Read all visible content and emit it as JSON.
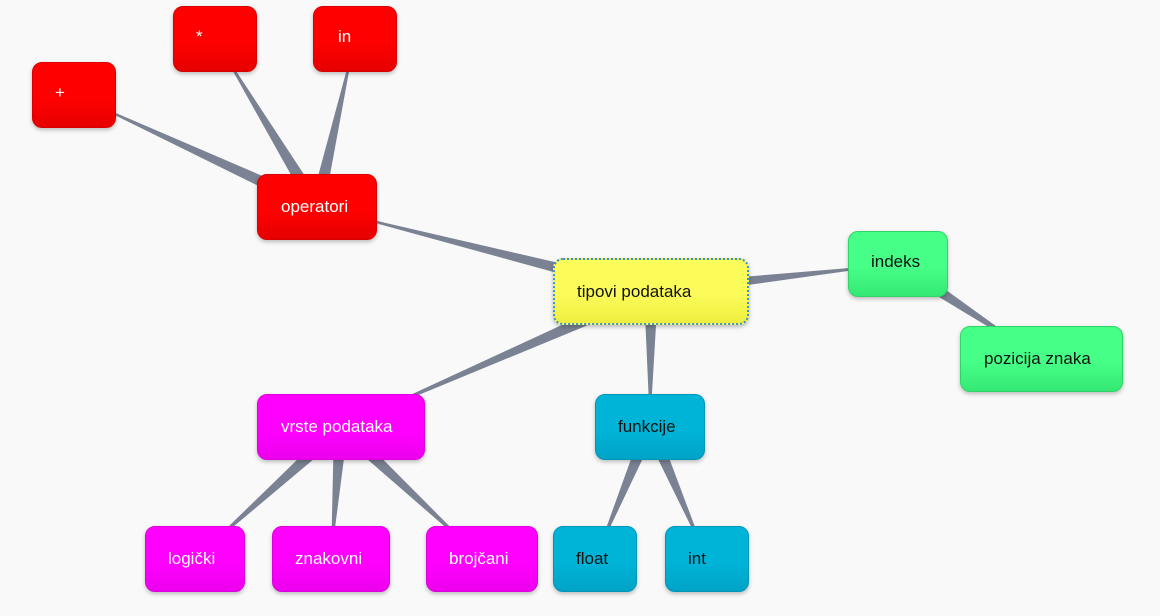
{
  "diagram": {
    "type": "mind-map",
    "root": "tipovi podataka",
    "nodes": {
      "root": {
        "label": "tipovi podataka",
        "color": "#f7f74e"
      },
      "operatori": {
        "label": "operatori",
        "color": "#ff0000"
      },
      "plus": {
        "label": "+",
        "color": "#ff0000"
      },
      "star": {
        "label": "*",
        "color": "#ff0000"
      },
      "in": {
        "label": "in",
        "color": "#ff0000"
      },
      "indeks": {
        "label": "indeks",
        "color": "#40f880"
      },
      "pozicija": {
        "label": "pozicija znaka",
        "color": "#40f880"
      },
      "vrste": {
        "label": "vrste podataka",
        "color": "#ff00ff"
      },
      "logicki": {
        "label": "logički",
        "color": "#ff00ff"
      },
      "znakovni": {
        "label": "znakovni",
        "color": "#ff00ff"
      },
      "brojcani": {
        "label": "brojčani",
        "color": "#ff00ff"
      },
      "funkcije": {
        "label": "funkcije",
        "color": "#00b0d4"
      },
      "float": {
        "label": "float",
        "color": "#00b0d4"
      },
      "int": {
        "label": "int",
        "color": "#00b0d4"
      }
    },
    "edges": [
      [
        "root",
        "operatori"
      ],
      [
        "operatori",
        "plus"
      ],
      [
        "operatori",
        "star"
      ],
      [
        "operatori",
        "in"
      ],
      [
        "root",
        "indeks"
      ],
      [
        "indeks",
        "pozicija"
      ],
      [
        "root",
        "vrste"
      ],
      [
        "vrste",
        "logicki"
      ],
      [
        "vrste",
        "znakovni"
      ],
      [
        "vrste",
        "brojcani"
      ],
      [
        "root",
        "funkcije"
      ],
      [
        "funkcije",
        "float"
      ],
      [
        "funkcije",
        "int"
      ]
    ],
    "edge_color": "#7a8293"
  }
}
